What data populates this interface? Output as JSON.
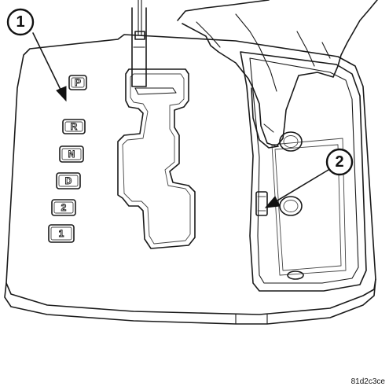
{
  "callouts": [
    {
      "label": "1"
    },
    {
      "label": "2"
    }
  ],
  "gear_positions": [
    "P",
    "R",
    "N",
    "D",
    "2",
    "1"
  ],
  "figure_id": "81d2c3ce",
  "colors": {
    "line": "#1a1a1a",
    "background": "#ffffff"
  }
}
